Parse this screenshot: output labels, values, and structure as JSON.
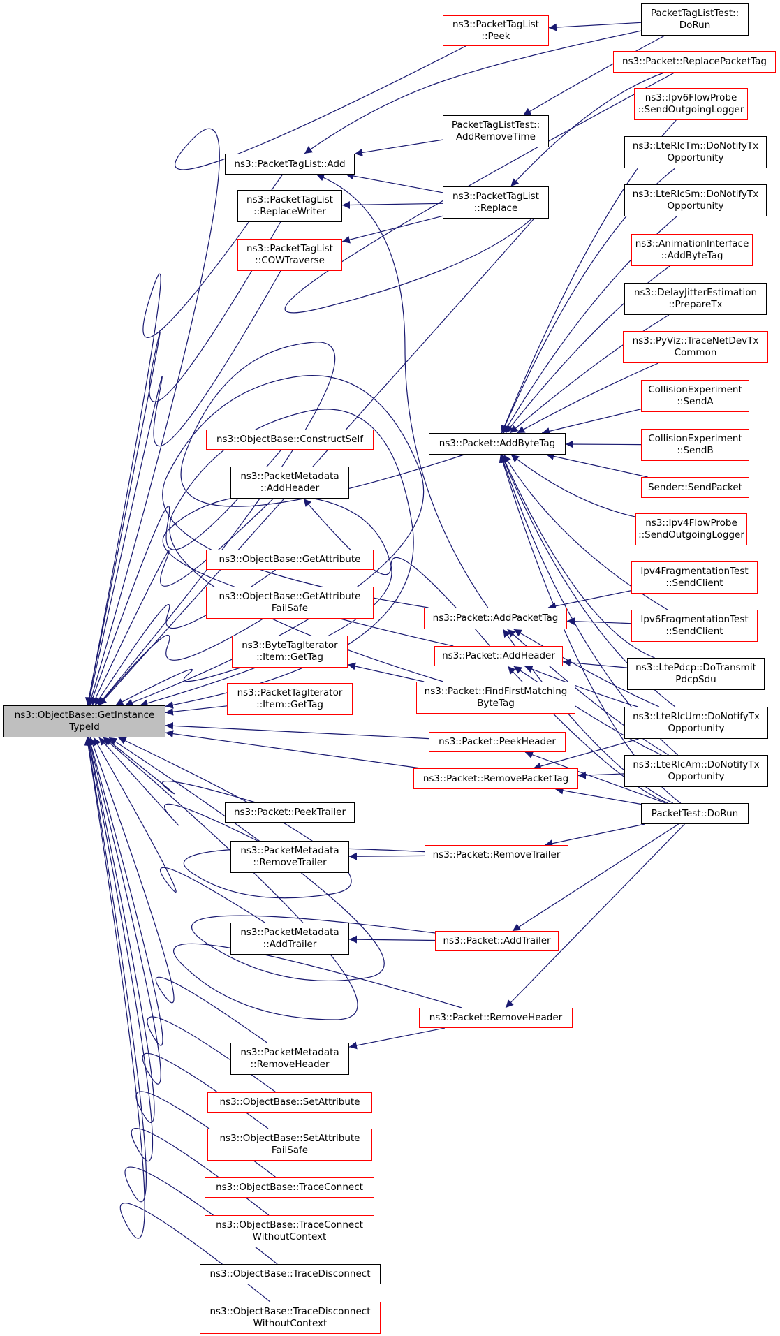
{
  "diagram": {
    "edge_color": "#191970",
    "colors": {
      "normal_border": "#000000",
      "link_border": "#ff0000",
      "root_fill": "#bfbfbf"
    },
    "nodes": [
      {
        "id": "root",
        "lines": [
          "ns3::ObjectBase::GetInstance",
          "TypeId"
        ],
        "style": "root"
      },
      {
        "id": "ptl-peek",
        "lines": [
          "ns3::PacketTagList",
          "::Peek"
        ],
        "style": "red"
      },
      {
        "id": "ptltest-dorun",
        "lines": [
          "PacketTagListTest::",
          "DoRun"
        ],
        "style": "normal"
      },
      {
        "id": "replace-packet-tag",
        "lines": [
          "ns3::Packet::ReplacePacketTag"
        ],
        "style": "red"
      },
      {
        "id": "ipv6-flowprobe",
        "lines": [
          "ns3::Ipv6FlowProbe",
          "::SendOutgoingLogger"
        ],
        "style": "red"
      },
      {
        "id": "ptltest-addremove",
        "lines": [
          "PacketTagListTest::",
          "AddRemoveTime"
        ],
        "style": "normal"
      },
      {
        "id": "ptl-add",
        "lines": [
          "ns3::PacketTagList::Add"
        ],
        "style": "normal"
      },
      {
        "id": "lterlctm",
        "lines": [
          "ns3::LteRlcTm::DoNotifyTx",
          "Opportunity"
        ],
        "style": "normal"
      },
      {
        "id": "ptl-replacewriter",
        "lines": [
          "ns3::PacketTagList",
          "::ReplaceWriter"
        ],
        "style": "normal"
      },
      {
        "id": "ptl-replace",
        "lines": [
          "ns3::PacketTagList",
          "::Replace"
        ],
        "style": "normal"
      },
      {
        "id": "lterlcsm",
        "lines": [
          "ns3::LteRlcSm::DoNotifyTx",
          "Opportunity"
        ],
        "style": "normal"
      },
      {
        "id": "ptl-cowtraverse",
        "lines": [
          "ns3::PacketTagList",
          "::COWTraverse"
        ],
        "style": "red"
      },
      {
        "id": "anim-addbytetag",
        "lines": [
          "ns3::AnimationInterface",
          "::AddByteTag"
        ],
        "style": "red"
      },
      {
        "id": "delayjitter",
        "lines": [
          "ns3::DelayJitterEstimation",
          "::PrepareTx"
        ],
        "style": "normal"
      },
      {
        "id": "pyviz",
        "lines": [
          "ns3::PyViz::TraceNetDevTx",
          "Common"
        ],
        "style": "red"
      },
      {
        "id": "collision-senda",
        "lines": [
          "CollisionExperiment",
          "::SendA"
        ],
        "style": "red"
      },
      {
        "id": "objectbase-constructself",
        "lines": [
          "ns3::ObjectBase::ConstructSelf"
        ],
        "style": "red"
      },
      {
        "id": "packet-addbytetag",
        "lines": [
          "ns3::Packet::AddByteTag"
        ],
        "style": "normal"
      },
      {
        "id": "collision-sendb",
        "lines": [
          "CollisionExperiment",
          "::SendB"
        ],
        "style": "red"
      },
      {
        "id": "pm-addheader",
        "lines": [
          "ns3::PacketMetadata",
          "::AddHeader"
        ],
        "style": "normal"
      },
      {
        "id": "sender-sendpacket",
        "lines": [
          "Sender::SendPacket"
        ],
        "style": "red"
      },
      {
        "id": "ipv4-flowprobe",
        "lines": [
          "ns3::Ipv4FlowProbe",
          "::SendOutgoingLogger"
        ],
        "style": "red"
      },
      {
        "id": "objectbase-getattribute",
        "lines": [
          "ns3::ObjectBase::GetAttribute"
        ],
        "style": "red"
      },
      {
        "id": "ipv4frag",
        "lines": [
          "Ipv4FragmentationTest",
          "::SendClient"
        ],
        "style": "red"
      },
      {
        "id": "objectbase-getattributefailsafe",
        "lines": [
          "ns3::ObjectBase::GetAttribute",
          "FailSafe"
        ],
        "style": "red"
      },
      {
        "id": "packet-addpackettag",
        "lines": [
          "ns3::Packet::AddPacketTag"
        ],
        "style": "red"
      },
      {
        "id": "ipv6frag",
        "lines": [
          "Ipv6FragmentationTest",
          "::SendClient"
        ],
        "style": "red"
      },
      {
        "id": "bytetagiterator-gettag",
        "lines": [
          "ns3::ByteTagIterator",
          "::Item::GetTag"
        ],
        "style": "red"
      },
      {
        "id": "packet-addheader",
        "lines": [
          "ns3::Packet::AddHeader"
        ],
        "style": "red"
      },
      {
        "id": "ltepdcp",
        "lines": [
          "ns3::LtePdcp::DoTransmit",
          "PdcpSdu"
        ],
        "style": "normal"
      },
      {
        "id": "packettagiterator-gettag",
        "lines": [
          "ns3::PacketTagIterator",
          "::Item::GetTag"
        ],
        "style": "red"
      },
      {
        "id": "packet-findfirstmatching",
        "lines": [
          "ns3::Packet::FindFirstMatching",
          "ByteTag"
        ],
        "style": "red"
      },
      {
        "id": "lterlcum",
        "lines": [
          "ns3::LteRlcUm::DoNotifyTx",
          "Opportunity"
        ],
        "style": "normal"
      },
      {
        "id": "packet-peekheader",
        "lines": [
          "ns3::Packet::PeekHeader"
        ],
        "style": "red"
      },
      {
        "id": "lterlcam",
        "lines": [
          "ns3::LteRlcAm::DoNotifyTx",
          "Opportunity"
        ],
        "style": "normal"
      },
      {
        "id": "packet-removepackettag",
        "lines": [
          "ns3::Packet::RemovePacketTag"
        ],
        "style": "red"
      },
      {
        "id": "packet-peektrailer",
        "lines": [
          "ns3::Packet::PeekTrailer"
        ],
        "style": "normal"
      },
      {
        "id": "packettest-dorun",
        "lines": [
          "PacketTest::DoRun"
        ],
        "style": "normal"
      },
      {
        "id": "pm-removetrailer",
        "lines": [
          "ns3::PacketMetadata",
          "::RemoveTrailer"
        ],
        "style": "normal"
      },
      {
        "id": "packet-removetrailer",
        "lines": [
          "ns3::Packet::RemoveTrailer"
        ],
        "style": "red"
      },
      {
        "id": "pm-addtrailer",
        "lines": [
          "ns3::PacketMetadata",
          "::AddTrailer"
        ],
        "style": "normal"
      },
      {
        "id": "packet-addtrailer",
        "lines": [
          "ns3::Packet::AddTrailer"
        ],
        "style": "red"
      },
      {
        "id": "packet-removeheader",
        "lines": [
          "ns3::Packet::RemoveHeader"
        ],
        "style": "red"
      },
      {
        "id": "pm-removeheader",
        "lines": [
          "ns3::PacketMetadata",
          "::RemoveHeader"
        ],
        "style": "normal"
      },
      {
        "id": "objectbase-setattribute",
        "lines": [
          "ns3::ObjectBase::SetAttribute"
        ],
        "style": "red"
      },
      {
        "id": "objectbase-setattributefailsafe",
        "lines": [
          "ns3::ObjectBase::SetAttribute",
          "FailSafe"
        ],
        "style": "red"
      },
      {
        "id": "objectbase-traceconnect",
        "lines": [
          "ns3::ObjectBase::TraceConnect"
        ],
        "style": "red"
      },
      {
        "id": "objectbase-traceconnectwithoutcontext",
        "lines": [
          "ns3::ObjectBase::TraceConnect",
          "WithoutContext"
        ],
        "style": "red"
      },
      {
        "id": "objectbase-tracedisconnect",
        "lines": [
          "ns3::ObjectBase::TraceDisconnect"
        ],
        "style": "normal"
      },
      {
        "id": "objectbase-tracedisconnectwithoutcontext",
        "lines": [
          "ns3::ObjectBase::TraceDisconnect",
          "WithoutContext"
        ],
        "style": "red"
      }
    ]
  }
}
